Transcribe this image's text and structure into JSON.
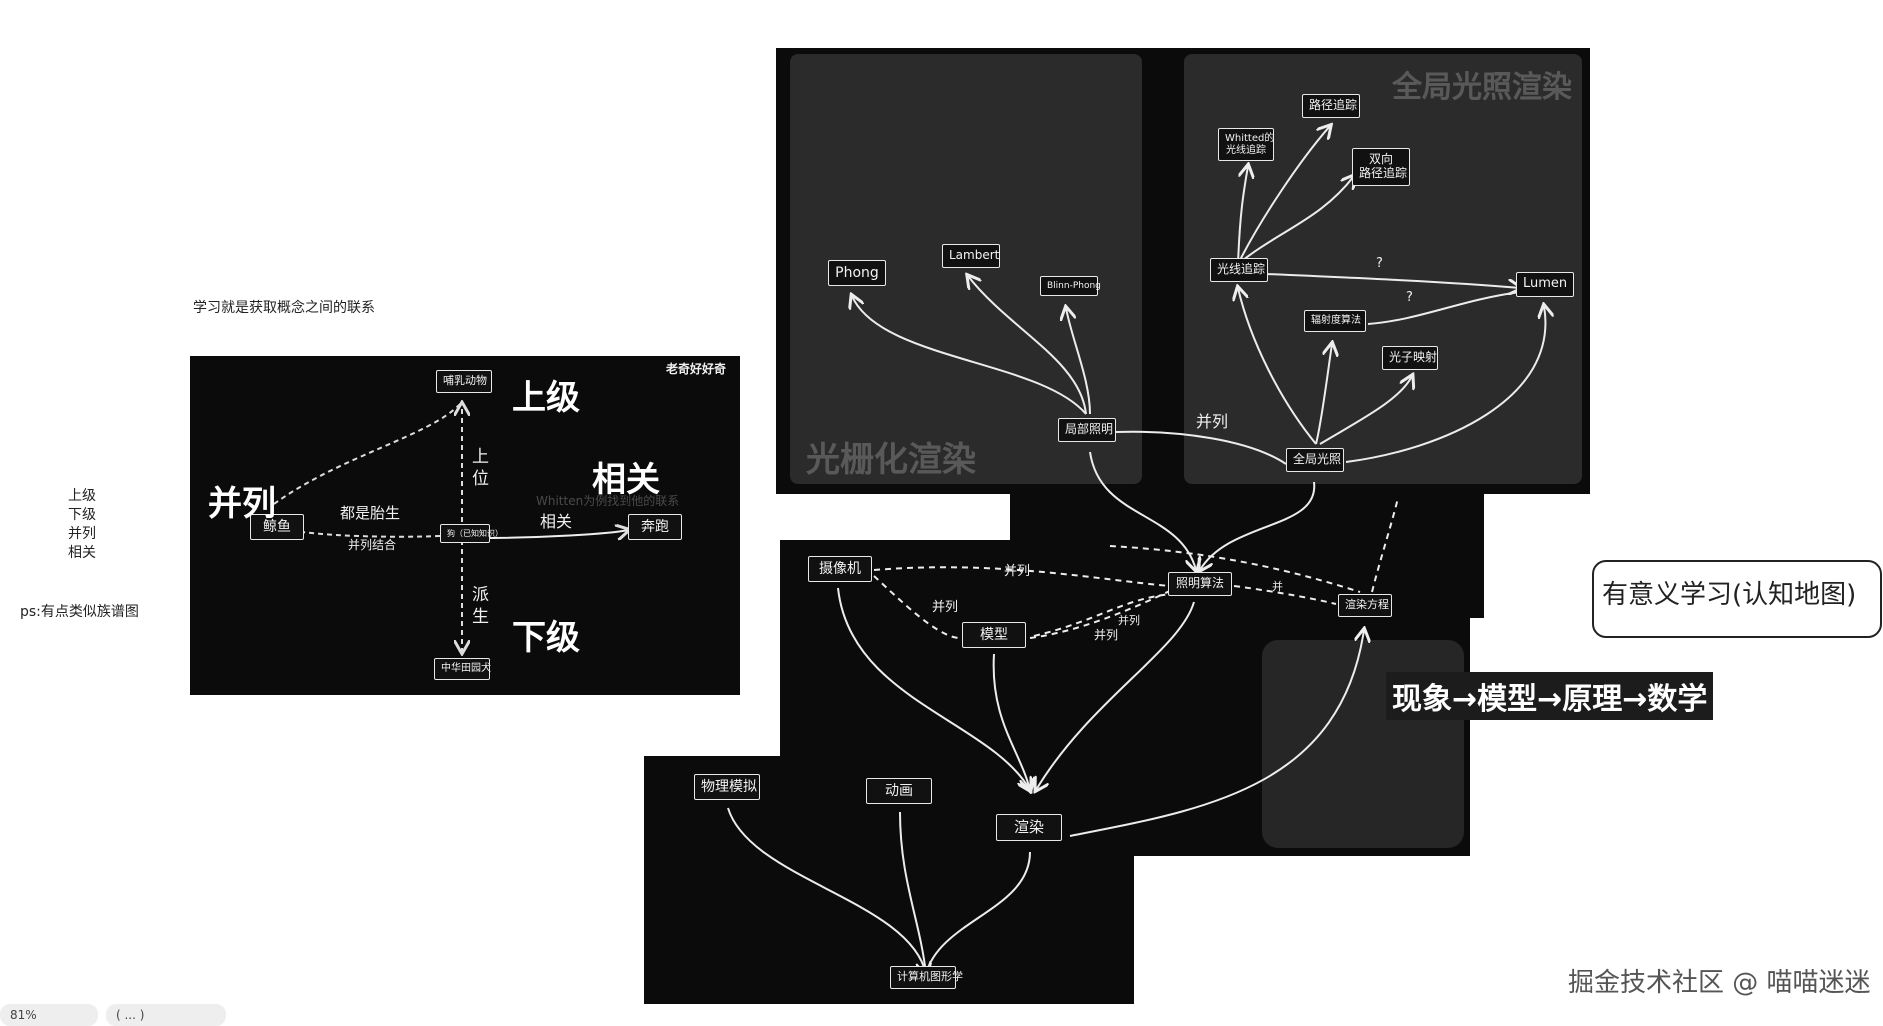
{
  "left_notes": {
    "intro": "学习就是获取概念之间的联系",
    "relations": [
      "上级",
      "下级",
      "并列",
      "相关"
    ],
    "ps": "ps:有点类似族谱图"
  },
  "relation_diagram": {
    "watermark": "老奇好好奇",
    "nodes": {
      "mammal": "哺乳动物",
      "whale": "鲸鱼",
      "dog": "狗（已知知识）",
      "run": "奔跑",
      "chinese_dog": "中华田园犬"
    },
    "big_labels": {
      "superior": "上级",
      "parallel": "并列",
      "related": "相关",
      "inferior": "下级"
    },
    "edge_labels": {
      "upper": "上\n位",
      "derived": "派\n生",
      "viviparous": "都是胎生",
      "combine": "并列结合",
      "relate": "相关",
      "ghost": "Whitten为例找到他的联系"
    }
  },
  "render_diagram": {
    "watermarks": {
      "raster": "光栅化渲染",
      "global": "全局光照渲染"
    },
    "nodes": {
      "phong": "Phong",
      "lambert": "Lambert",
      "blinn": "Blinn-Phong",
      "local": "局部照明",
      "whitted": "Whitted的\n光线追踪",
      "path": "路径追踪",
      "bidir": "双向\n路径追踪",
      "raytrace": "光线追踪",
      "lumen": "Lumen",
      "radiosity": "辐射度算法",
      "photon": "光子映射",
      "global": "全局光照",
      "camera": "摄像机",
      "lighting": "照明算法",
      "equation": "渲染方程",
      "model": "模型",
      "physics": "物理模拟",
      "anim": "动画",
      "render": "渲染",
      "cg": "计算机图形学"
    },
    "edge_labels": {
      "parallel_tile": "并列",
      "q1": "?",
      "q2": "?",
      "p1": "并列",
      "p2": "并列",
      "p3": "并",
      "p4": "并列",
      "p5": "并列"
    }
  },
  "callout": "有意义学习(认知地图)",
  "banner": "现象→模型→原理→数学",
  "footer": "掘金技术社区 @ 喵喵迷迷",
  "bottom_chips": [
    "81%",
    "( ... )"
  ]
}
